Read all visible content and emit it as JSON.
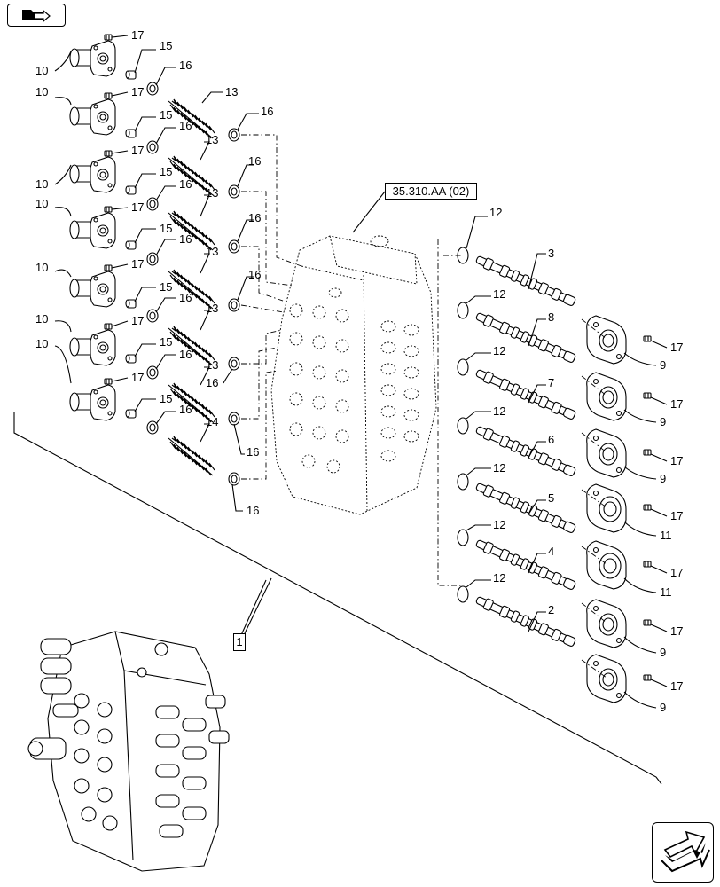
{
  "nav": {
    "top_icon": "folder-arrow-icon",
    "bottom_icon": "next-page-arrow-icon"
  },
  "references": {
    "body_ref": "35.310.AA (02)",
    "assembly_ref": "1"
  },
  "callouts": {
    "plug": "10",
    "screw": "17",
    "pin": "15",
    "washer": "16",
    "spring": "13",
    "spring_alt": "14",
    "oring": "12",
    "spool_a": "3",
    "spool_b": "8",
    "spool_c": "7",
    "spool_d": "6",
    "spool_e": "5",
    "spool_f": "4",
    "spool_g": "2",
    "cap": "9",
    "cap_alt": "11"
  }
}
